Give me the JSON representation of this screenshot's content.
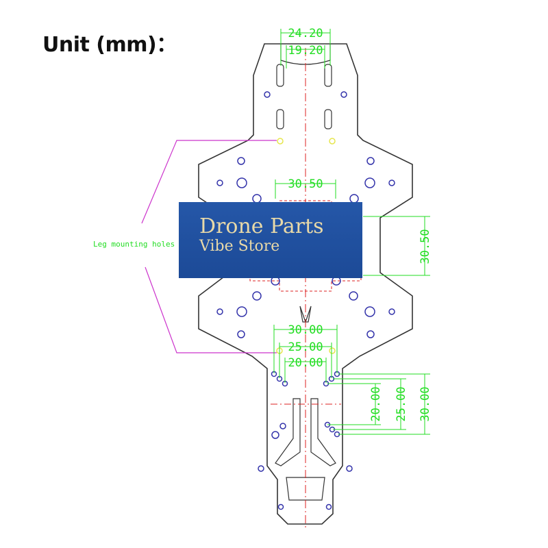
{
  "title": "Unit (mm)：",
  "labels": {
    "leg_mounting_holes": "Leg mounting holes"
  },
  "dimensions": {
    "top_outer": "24.20",
    "top_inner": "19.20",
    "center_width": "30.50",
    "center_height": "30.50",
    "bottom_width_outer": "30.00",
    "bottom_width_mid": "25.00",
    "bottom_width_inner": "20.00",
    "bottom_height_inner": "20.00",
    "bottom_height_mid": "25.00",
    "bottom_height_outer": "30.00"
  },
  "watermark": {
    "line1": "Drone Parts",
    "line2": "Vibe Store"
  },
  "colors": {
    "outline": "#333333",
    "dimension": "#22dd22",
    "leader": "#cc33cc",
    "holes": "#3333aa",
    "centerline": "#dd2222",
    "accent_hole": "#e6e64d",
    "watermark_bg": "#1f4f9e"
  }
}
